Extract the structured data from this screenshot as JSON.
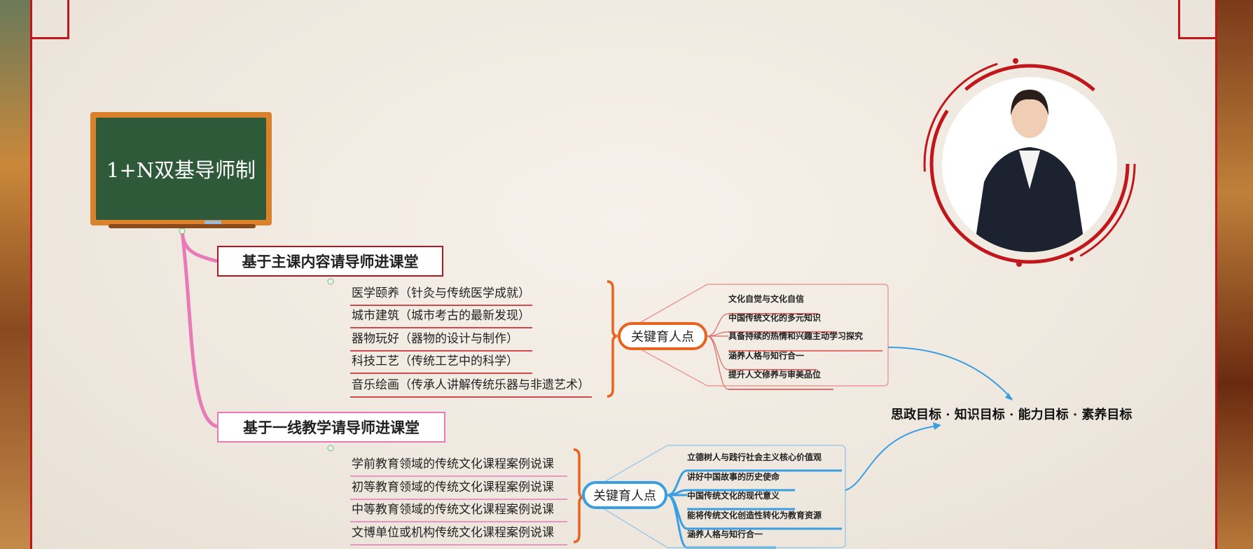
{
  "title": "1+N双基导师制",
  "branches": [
    {
      "label": "基于主课内容请导师进课堂",
      "items": [
        "医学颐养（针灸与传统医学成就）",
        "城市建筑（城市考古的最新发现）",
        "器物玩好（器物的设计与制作）",
        "科技工艺（传统工艺中的科学）",
        "音乐绘画（传承人讲解传统乐器与非遗艺术）"
      ],
      "key": "关键育人点",
      "points": [
        "文化自觉与文化自信",
        "中国传统文化的多元知识",
        "具备持续的热情和兴趣主动学习探究",
        "涵养人格与知行合一",
        "提升人文修养与审美品位"
      ]
    },
    {
      "label": "基于一线教学请导师进课堂",
      "items": [
        "学前教育领域的传统文化课程案例说课",
        "初等教育领域的传统文化课程案例说课",
        "中等教育领域的传统文化课程案例说课",
        "文博单位或机构传统文化课程案例说课"
      ],
      "key": "关键育人点",
      "points": [
        "立德树人与践行社会主义核心价值观",
        "讲好中国故事的历史使命",
        "中国传统文化的现代意义",
        "能将传统文化创造性转化为教育资源",
        "涵养人格与知行合一"
      ]
    }
  ],
  "goals": "思政目标 · 知识目标 · 能力目标 · 素养目标",
  "colors": {
    "frame": "#c0161c",
    "orange": "#e8641e",
    "blue": "#3a9ee0",
    "pink": "#e87ab8"
  }
}
